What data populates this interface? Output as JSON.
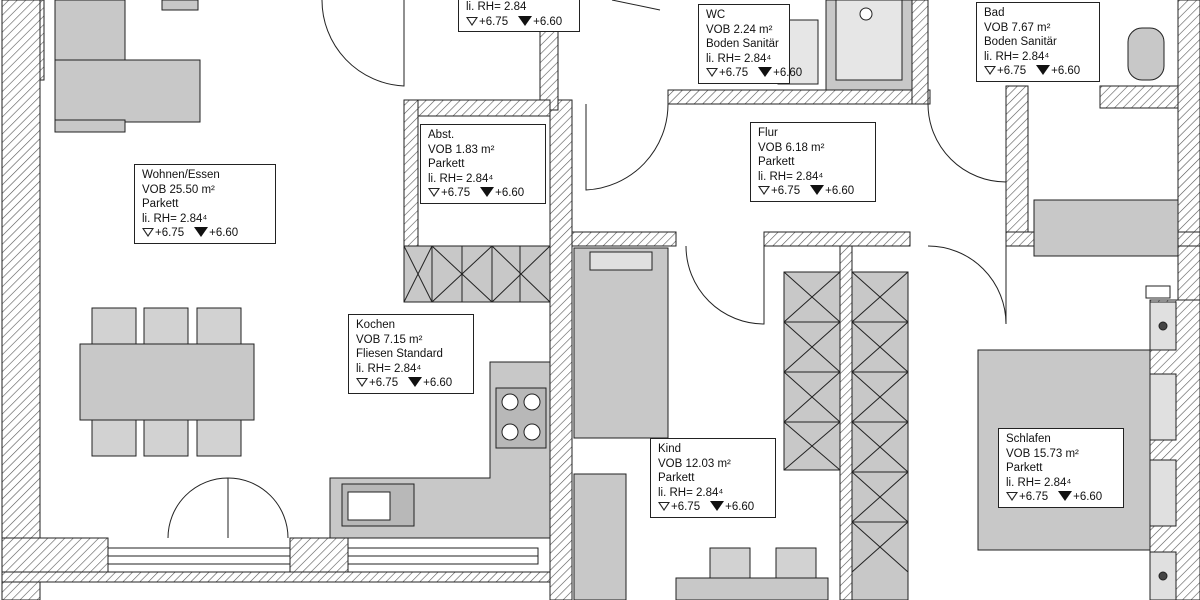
{
  "plan": {
    "colors": {
      "wall": "#ffffff",
      "hatch": "#555555",
      "furniture": "#c8c8c8",
      "furniture_dark": "#9a9a9a",
      "line": "#222222"
    },
    "rooms": [
      {
        "id": "top",
        "lines": [
          "li. RH=  2.84"
        ],
        "hi": "+6.75",
        "lo": "+6.60"
      },
      {
        "id": "wc",
        "lines": [
          "WC",
          "VOB  2.24 m²",
          "Boden Sanitär",
          "li. RH=  2.84⁴"
        ],
        "hi": "+6.75",
        "lo": "+6.60"
      },
      {
        "id": "bad",
        "lines": [
          "Bad",
          "VOB  7.67 m²",
          "Boden Sanitär",
          "li. RH=  2.84⁴"
        ],
        "hi": "+6.75",
        "lo": "+6.60"
      },
      {
        "id": "abst",
        "lines": [
          "Abst.",
          "VOB  1.83 m²",
          "Parkett",
          "li. RH=  2.84⁴"
        ],
        "hi": "+6.75",
        "lo": "+6.60"
      },
      {
        "id": "flur",
        "lines": [
          "Flur",
          "VOB  6.18 m²",
          "Parkett",
          "li. RH=  2.84⁴"
        ],
        "hi": "+6.75",
        "lo": "+6.60"
      },
      {
        "id": "wohnen",
        "lines": [
          "Wohnen/Essen",
          "VOB  25.50 m²",
          "Parkett",
          "li. RH=  2.84⁴"
        ],
        "hi": "+6.75",
        "lo": "+6.60"
      },
      {
        "id": "kochen",
        "lines": [
          "Kochen",
          "VOB  7.15 m²",
          "Fliesen Standard",
          "li. RH=  2.84⁴"
        ],
        "hi": "+6.75",
        "lo": "+6.60"
      },
      {
        "id": "kind",
        "lines": [
          "Kind",
          "VOB  12.03 m²",
          "Parkett",
          "li. RH=  2.84⁴"
        ],
        "hi": "+6.75",
        "lo": "+6.60"
      },
      {
        "id": "schlafen",
        "lines": [
          "Schlafen",
          "VOB  15.73 m²",
          "Parkett",
          "li. RH=  2.84⁴"
        ],
        "hi": "+6.75",
        "lo": "+6.60"
      }
    ]
  }
}
